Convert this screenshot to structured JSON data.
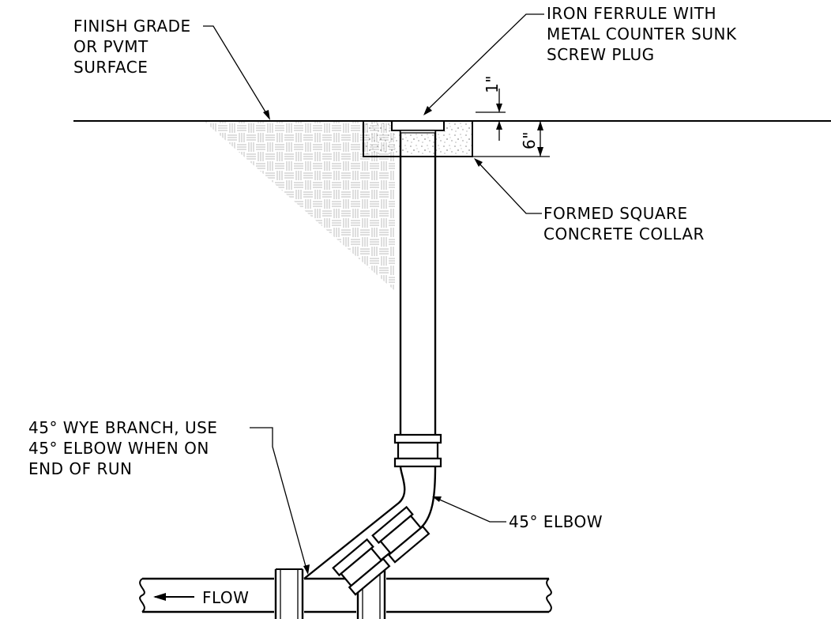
{
  "labels": {
    "finish_grade": [
      "FINISH GRADE",
      "OR PVMT",
      "SURFACE"
    ],
    "iron_ferrule": [
      "IRON FERRULE WITH",
      "METAL COUNTER SUNK",
      "SCREW PLUG"
    ],
    "dim_1in": "1\"",
    "dim_6in": "6\"",
    "concrete_collar": [
      "FORMED SQUARE",
      "CONCRETE COLLAR"
    ],
    "wye_branch": [
      "45° WYE BRANCH, USE",
      "45° ELBOW WHEN ON",
      "END OF RUN"
    ],
    "elbow": "45° ELBOW",
    "flow": "FLOW"
  },
  "colors": {
    "line": "#000000",
    "hatch": "#c8c8c8",
    "stipple": "#8a8a8a",
    "background": "#ffffff"
  }
}
